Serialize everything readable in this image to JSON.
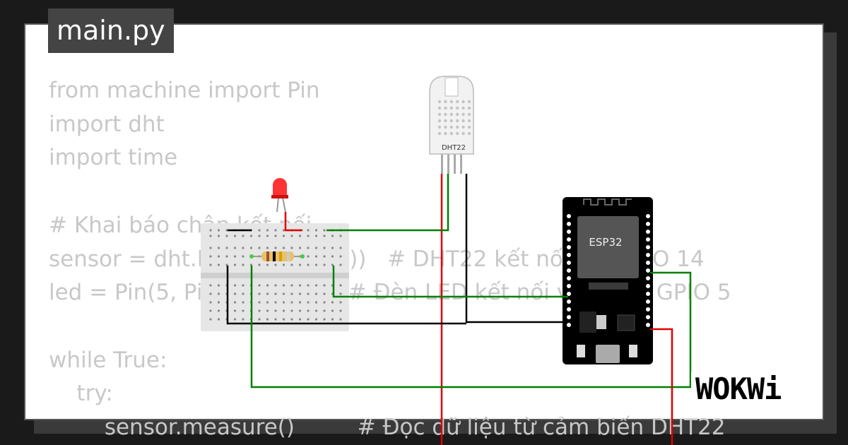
{
  "editor": {
    "tab_label": "main.py",
    "code": "from machine import Pin\nimport dht\nimport time\n\n# Khai báo chân kết nối\nsensor = dht.DHT22(Pin(14))   # DHT22 kết nối với GPIO 14\nled = Pin(5, Pin.OUT)          # Đèn LED kết nối với chân GPIO 5\n\nwhile True:\n    try:\n        sensor.measure()         # Đọc dữ liệu từ cảm biến DHT22"
  },
  "circuit": {
    "dht_label": "DHT22",
    "esp_label": "ESP32",
    "wire_colors": {
      "red": "#e00000",
      "green": "#008000",
      "black": "#000000"
    }
  },
  "brand": {
    "logo_text": "WOKWi"
  }
}
